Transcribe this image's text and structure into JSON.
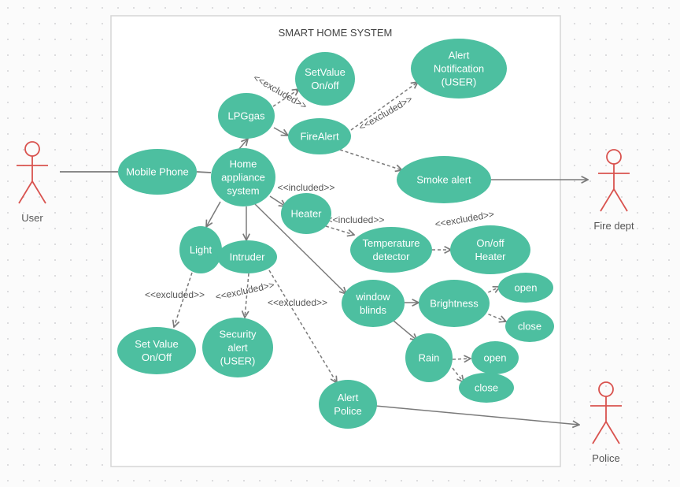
{
  "system": {
    "title": "SMART HOME SYSTEM"
  },
  "actors": [
    {
      "id": "user",
      "label": "User"
    },
    {
      "id": "fire",
      "label": "Fire dept"
    },
    {
      "id": "police",
      "label": "Police"
    }
  ],
  "use_cases": [
    {
      "id": "mobile",
      "lines": [
        "Mobile Phone"
      ]
    },
    {
      "id": "home",
      "lines": [
        "Home",
        "appliance",
        "system"
      ]
    },
    {
      "id": "lpg",
      "lines": [
        "LPGgas"
      ]
    },
    {
      "id": "setv1",
      "lines": [
        "SetValue",
        "On/off"
      ]
    },
    {
      "id": "firealert",
      "lines": [
        "FireAlert"
      ]
    },
    {
      "id": "alertnotif",
      "lines": [
        "Alert",
        "Notification",
        "(USER)"
      ]
    },
    {
      "id": "smoke",
      "lines": [
        "Smoke alert"
      ]
    },
    {
      "id": "heater",
      "lines": [
        "Heater"
      ]
    },
    {
      "id": "temp",
      "lines": [
        "Temperature",
        "detector"
      ]
    },
    {
      "id": "onoffheater",
      "lines": [
        "On/off",
        "Heater"
      ]
    },
    {
      "id": "light",
      "lines": [
        "Light"
      ]
    },
    {
      "id": "intruder",
      "lines": [
        "Intruder"
      ]
    },
    {
      "id": "setv2",
      "lines": [
        "Set Value",
        "On/Off"
      ]
    },
    {
      "id": "security",
      "lines": [
        "Security",
        "alert",
        "(USER)"
      ]
    },
    {
      "id": "alertpolice",
      "lines": [
        "Alert",
        "Police"
      ]
    },
    {
      "id": "blinds",
      "lines": [
        "window",
        "blinds"
      ]
    },
    {
      "id": "bright",
      "lines": [
        "Brightness"
      ]
    },
    {
      "id": "open1",
      "lines": [
        "open"
      ]
    },
    {
      "id": "close1",
      "lines": [
        "close"
      ]
    },
    {
      "id": "rain",
      "lines": [
        "Rain"
      ]
    },
    {
      "id": "open2",
      "lines": [
        "open"
      ]
    },
    {
      "id": "close2",
      "lines": [
        "close"
      ]
    }
  ],
  "relations": [
    {
      "id": "r1",
      "from": "user",
      "to": "mobile",
      "kind": "association"
    },
    {
      "id": "r2",
      "from": "mobile",
      "to": "home",
      "kind": "association"
    },
    {
      "id": "r3",
      "from": "home",
      "to": "lpg",
      "kind": "flow"
    },
    {
      "id": "r4",
      "from": "lpg",
      "to": "setv1",
      "kind": "dependency",
      "label": "<<excluded>>"
    },
    {
      "id": "r5",
      "from": "lpg",
      "to": "firealert",
      "kind": "flow"
    },
    {
      "id": "r6",
      "from": "firealert",
      "to": "alertnotif",
      "kind": "dependency",
      "label": "<<excluded>>"
    },
    {
      "id": "r7",
      "from": "firealert",
      "to": "smoke",
      "kind": "dependency"
    },
    {
      "id": "r8",
      "from": "smoke",
      "to": "fire",
      "kind": "flow"
    },
    {
      "id": "r9",
      "from": "home",
      "to": "heater",
      "kind": "flow",
      "label": "<<included>>"
    },
    {
      "id": "r10",
      "from": "heater",
      "to": "temp",
      "kind": "dependency",
      "label": "<<included>>"
    },
    {
      "id": "r11",
      "from": "temp",
      "to": "onoffheater",
      "kind": "dependency",
      "label": "<<excluded>>"
    },
    {
      "id": "r12",
      "from": "home",
      "to": "light",
      "kind": "flow"
    },
    {
      "id": "r13",
      "from": "home",
      "to": "intruder",
      "kind": "flow"
    },
    {
      "id": "r14",
      "from": "home",
      "to": "blinds",
      "kind": "flow"
    },
    {
      "id": "r15",
      "from": "light",
      "to": "setv2",
      "kind": "dependency",
      "label": "<<excluded>>"
    },
    {
      "id": "r16",
      "from": "intruder",
      "to": "security",
      "kind": "dependency",
      "label": "<<excluded>>"
    },
    {
      "id": "r17",
      "from": "intruder",
      "to": "alertpolice",
      "kind": "dependency",
      "label": "<<excluded>>"
    },
    {
      "id": "r18",
      "from": "alertpolice",
      "to": "police",
      "kind": "flow"
    },
    {
      "id": "r19",
      "from": "blinds",
      "to": "bright",
      "kind": "flow"
    },
    {
      "id": "r20",
      "from": "blinds",
      "to": "rain",
      "kind": "flow"
    },
    {
      "id": "r21",
      "from": "bright",
      "to": "open1",
      "kind": "dependency"
    },
    {
      "id": "r22",
      "from": "bright",
      "to": "close1",
      "kind": "dependency"
    },
    {
      "id": "r23",
      "from": "rain",
      "to": "open2",
      "kind": "dependency"
    },
    {
      "id": "r24",
      "from": "rain",
      "to": "close2",
      "kind": "dependency"
    }
  ],
  "colors": {
    "use_case_fill": "#4dbfa0",
    "actor_stroke": "#d9534f",
    "line": "#7a7a7a",
    "label": "#555555",
    "system_border": "#d6d6d6",
    "system_fill": "#ffffff"
  }
}
